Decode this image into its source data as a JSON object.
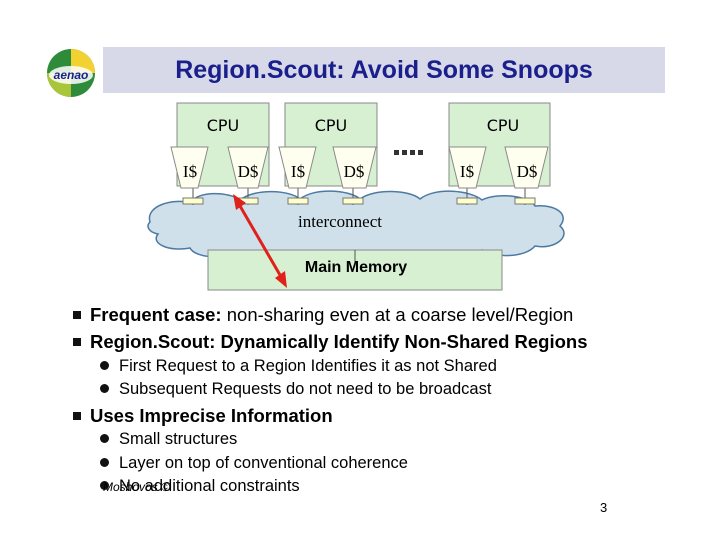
{
  "title": "Region.Scout: Avoid Some Snoops",
  "logo_text": "aenao",
  "diagram": {
    "cpu_label": "CPU",
    "icache_label": "I$",
    "dcache_label": "D$",
    "interconnect_label": "interconnect",
    "memory_label": "Main Memory"
  },
  "bullets": [
    {
      "strong": "Frequent case:",
      "rest": " non-sharing even at a coarse level/Region"
    },
    {
      "strong": "Region.Scout: Dynamically Identify Non-Shared Regions",
      "rest": ""
    }
  ],
  "sub_bullets_1": [
    "First Request to a Region Identifies it as not Shared",
    "Subsequent Requests do not need to be broadcast"
  ],
  "bullet_3": "Uses Imprecise Information",
  "sub_bullets_2": [
    "Small structures",
    "Layer on top of conventional coherence",
    "No additional constraints"
  ],
  "footer": "Moshovos ©",
  "page_number": "3",
  "colors": {
    "title_text": "#1a1f8c",
    "title_bg": "#d7d9e8",
    "cpu_fill": "#d7f0d2",
    "interconnect_fill": "#cfe0ea",
    "memory_fill": "#d7f0d2",
    "arrow": "#e0201a",
    "cache_fill": "#ffffcc"
  }
}
